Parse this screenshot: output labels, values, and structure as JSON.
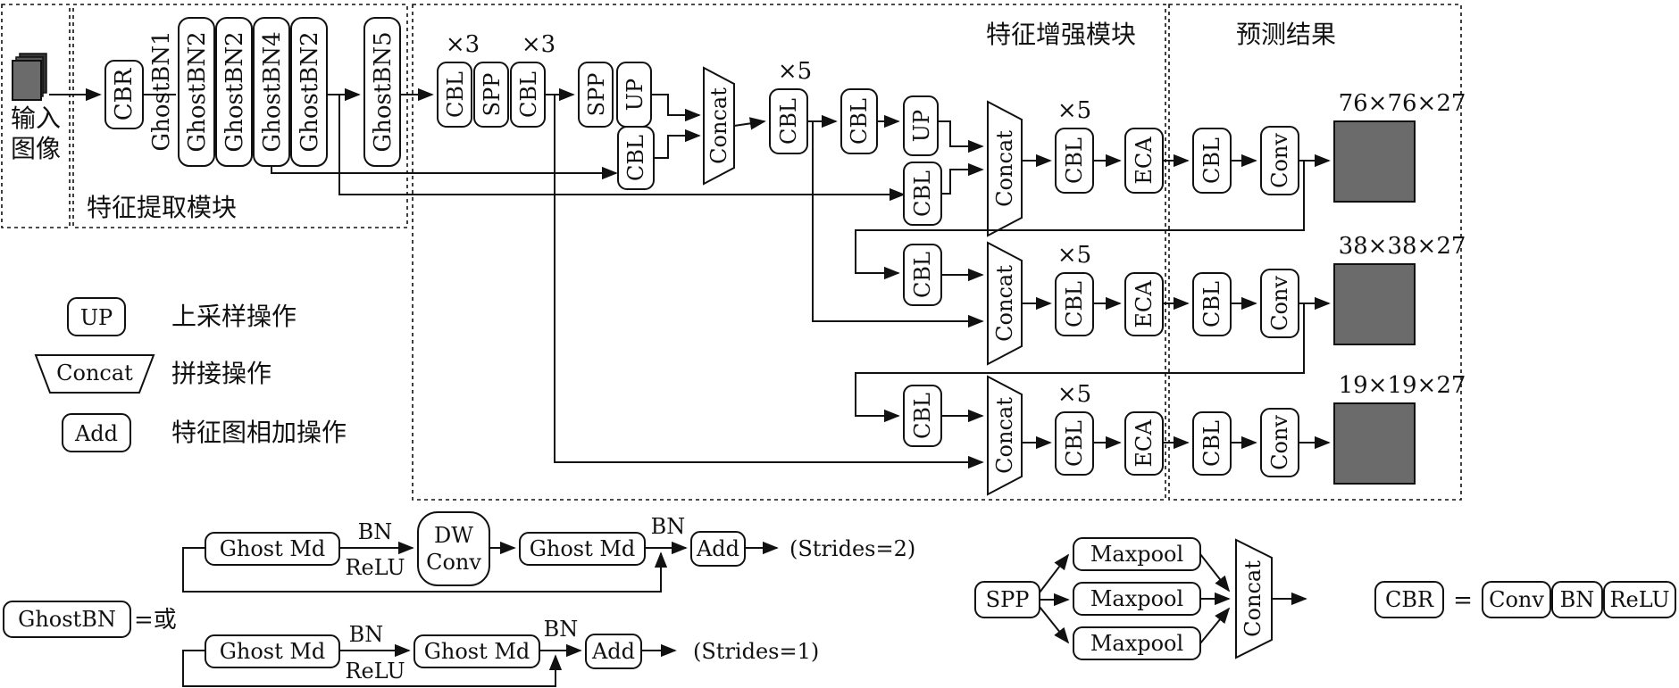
{
  "input": {
    "label_line1": "输入",
    "label_line2": "图像"
  },
  "modules": {
    "feature_extraction": "特征提取模块",
    "feature_enhance": "特征增强模块",
    "prediction": "预测结果"
  },
  "backbone": {
    "cbr": "CBR",
    "ghost_plain": "GhostBN1",
    "ghost_box_a": "GhostBN2",
    "ghost_box_b": "GhostBN2",
    "ghost_box_c": "GhostBN4",
    "ghost_box_d": "GhostBN2",
    "ghost_box_e": "GhostBN5"
  },
  "neck": {
    "cbl": "CBL",
    "spp": "SPP",
    "up": "UP",
    "concat": "Concat",
    "eca": "ECA",
    "conv": "Conv",
    "times3": "×3",
    "times5": "×5"
  },
  "outputs": [
    "76×76×27",
    "38×38×27",
    "19×19×27"
  ],
  "legend": [
    {
      "symbol": "UP",
      "desc": "上采样操作"
    },
    {
      "symbol": "Concat",
      "desc": "拼接操作"
    },
    {
      "symbol": "Add",
      "desc": "特征图相加操作"
    }
  ],
  "ghostbn": {
    "name": "GhostBN",
    "eq_or": "=或",
    "ghost_md": "Ghost Md",
    "bn": "BN",
    "relu": "ReLU",
    "dw": "DW",
    "conv": "Conv",
    "add": "Add",
    "stride2": "(Strides=2)",
    "stride1": "(Strides=1)"
  },
  "spp_def": {
    "spp": "SPP",
    "maxpool": "Maxpool",
    "concat": "Concat"
  },
  "cbr_def": {
    "cbr": "CBR",
    "eq": "=",
    "conv": "Conv",
    "bn": "BN",
    "relu": "ReLU"
  }
}
